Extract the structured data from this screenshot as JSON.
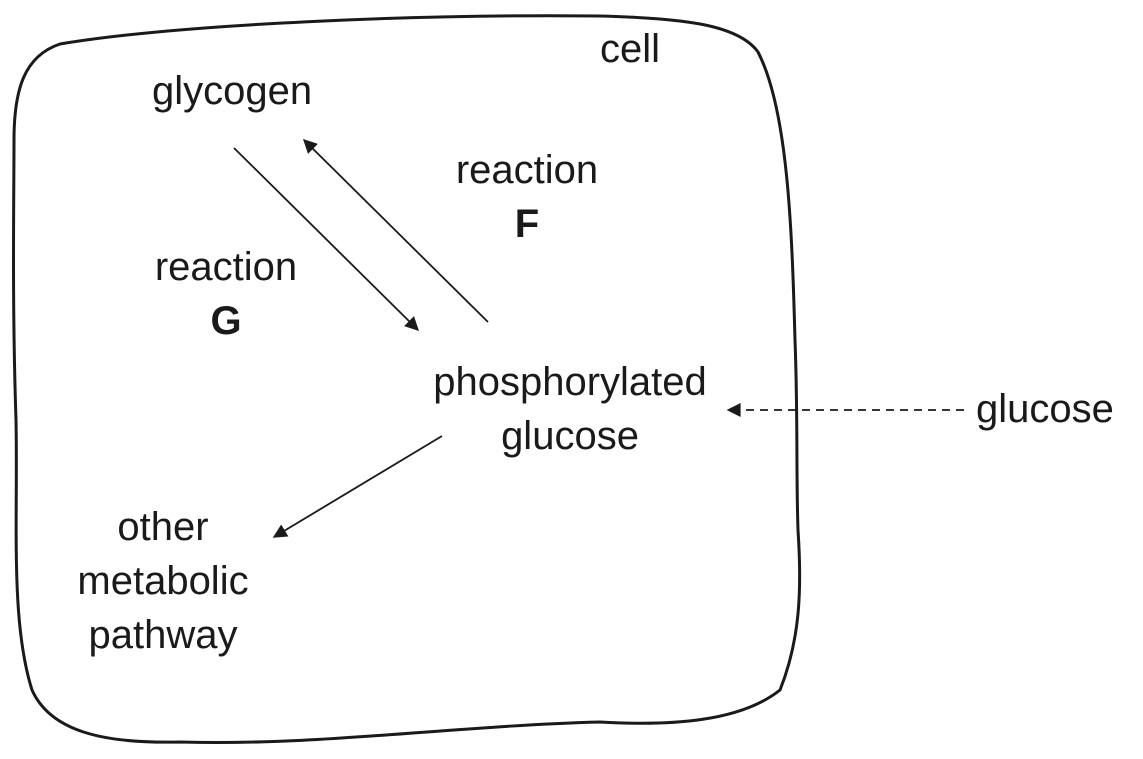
{
  "labels": {
    "cell": "cell",
    "glycogen": "glycogen",
    "reaction_f_word": "reaction",
    "reaction_f_letter": "F",
    "reaction_g_word": "reaction",
    "reaction_g_letter": "G",
    "phosphorylated_line1": "phosphorylated",
    "phosphorylated_line2": "glucose",
    "external_glucose": "glucose",
    "other_line1": "other",
    "other_line2": "metabolic",
    "other_line3": "pathway"
  },
  "colors": {
    "ink": "#1a1a1a",
    "background": "#ffffff"
  }
}
